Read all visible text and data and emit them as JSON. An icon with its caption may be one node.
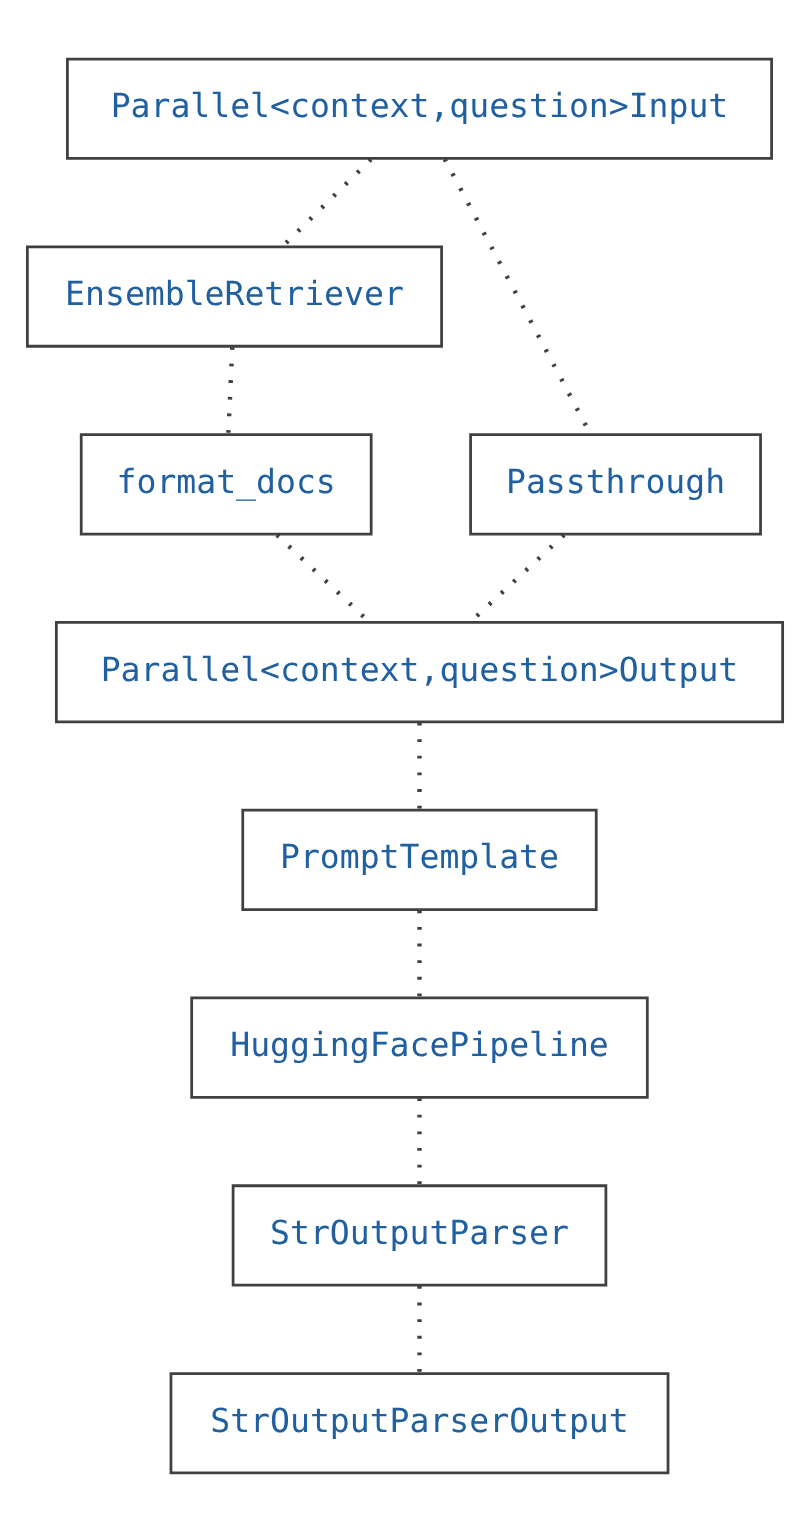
{
  "diagram": {
    "nodes": [
      {
        "text": [
          "Parallel<context,question>Input"
        ]
      },
      {
        "text": [
          "EnsembleRetriever"
        ]
      },
      {
        "text": [
          "Passthrough"
        ]
      },
      {
        "text": [
          "format_docs"
        ]
      },
      {
        "text": [
          "Parallel<context,question>Output"
        ]
      },
      {
        "text": [
          "PromptTemplate"
        ]
      },
      {
        "text": [
          "HuggingFacePipeline"
        ]
      },
      {
        "text": [
          "StrOutputParser"
        ]
      },
      {
        "text": [
          "StrOutputParserOutput"
        ]
      }
    ],
    "edges": [
      {
        "from": 0,
        "to": 1,
        "arrow": "none"
      },
      {
        "from": 0,
        "to": 2,
        "arrow": "none"
      },
      {
        "from": 1,
        "to": 3,
        "arrow": "none"
      },
      {
        "from": 3,
        "to": 4,
        "arrow": "none"
      },
      {
        "from": 2,
        "to": 4,
        "arrow": "none"
      },
      {
        "from": 4,
        "to": 5,
        "arrow": "none"
      },
      {
        "from": 5,
        "to": 6,
        "arrow": "none"
      },
      {
        "from": 6,
        "to": 7,
        "arrow": "none"
      },
      {
        "from": 7,
        "to": 8,
        "arrow": "none"
      }
    ]
  }
}
